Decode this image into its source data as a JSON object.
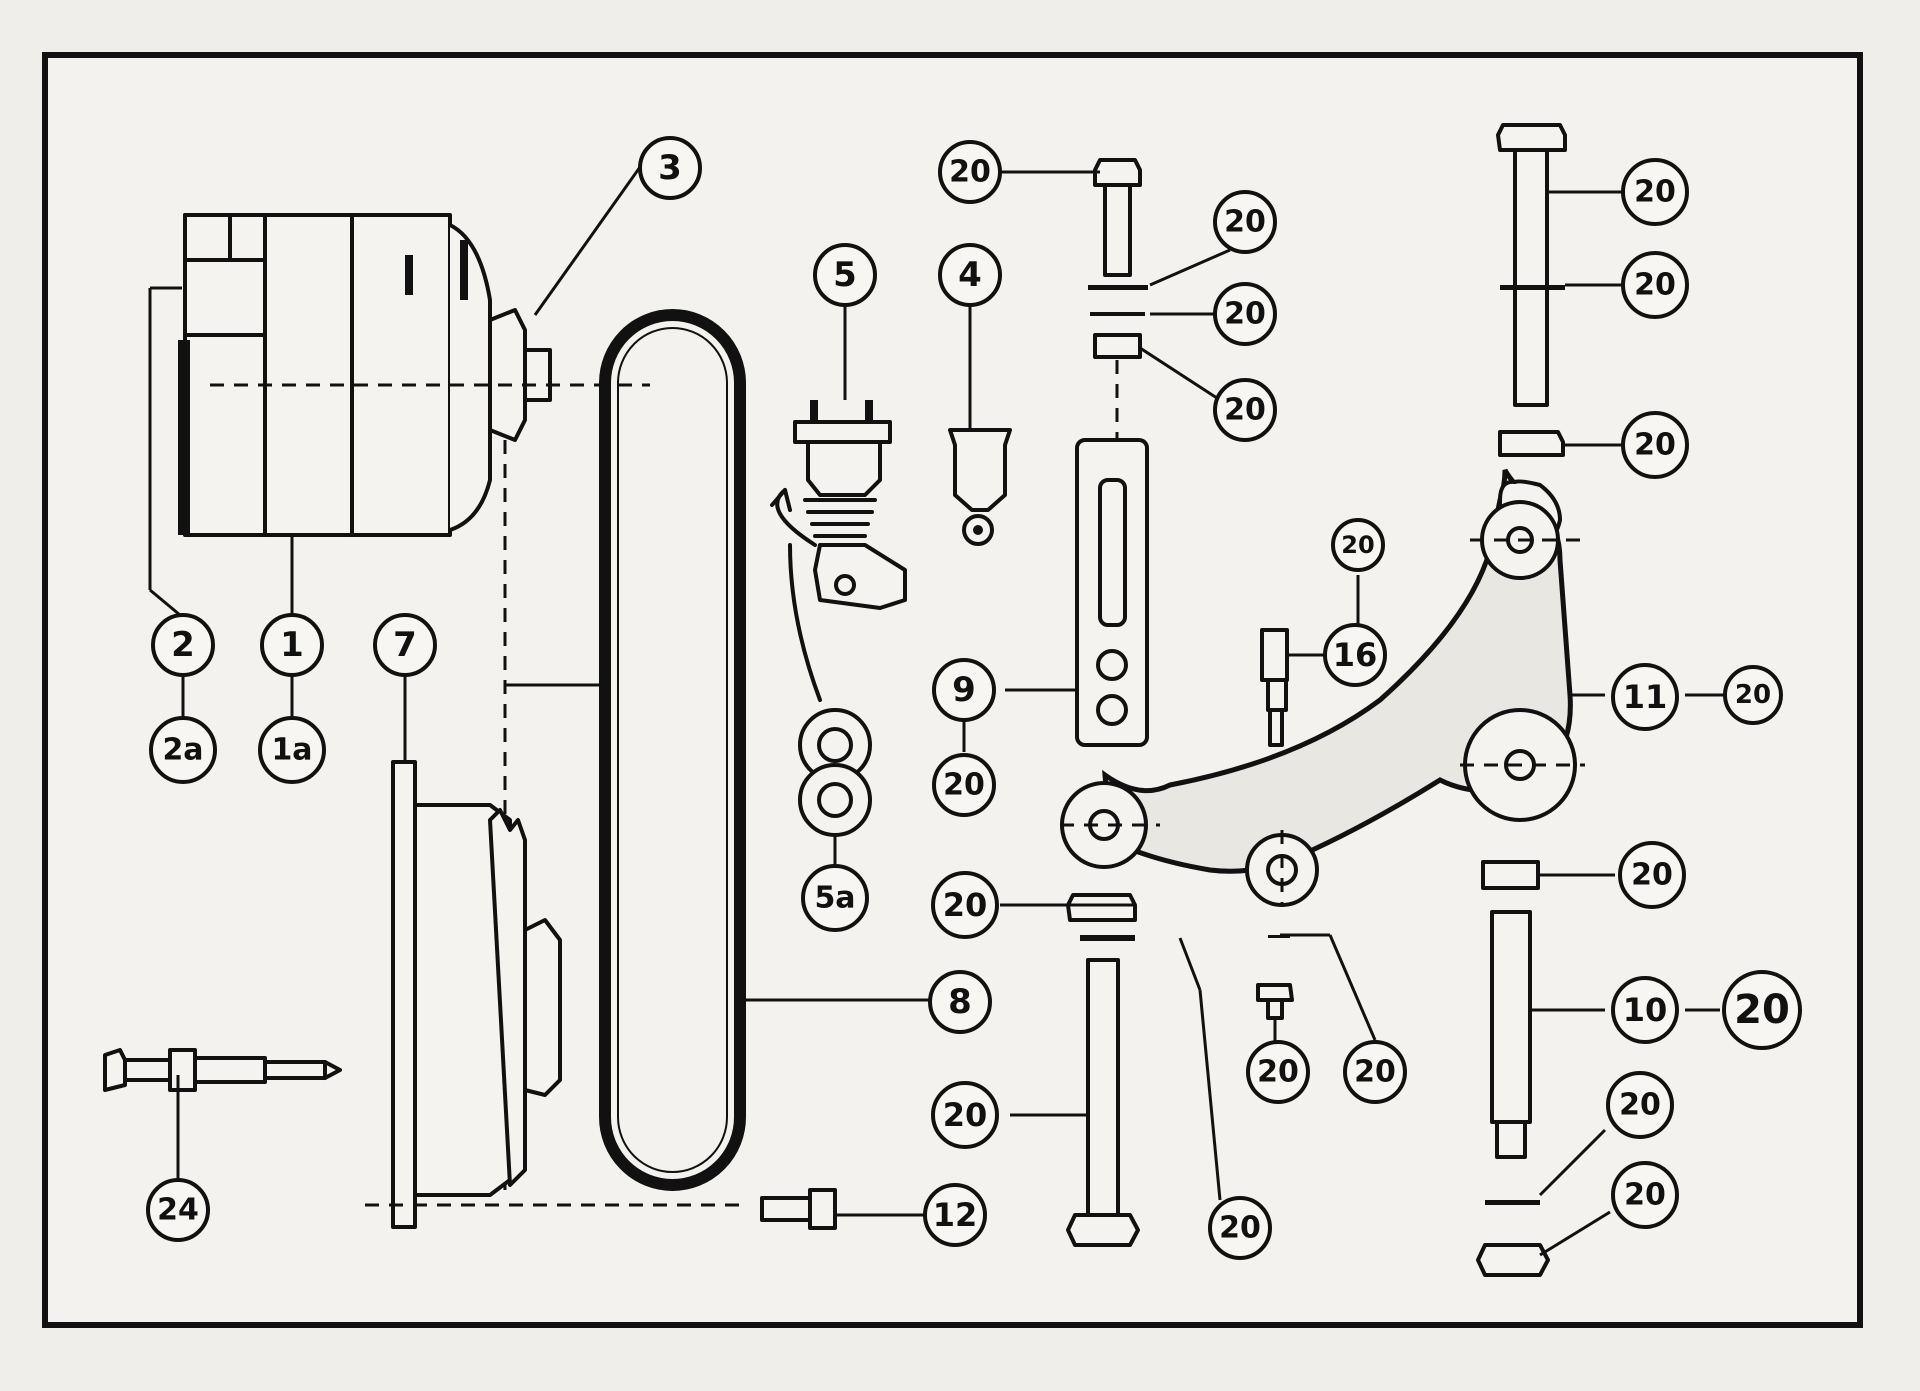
{
  "diagram": {
    "colors": {
      "ink": "#111111",
      "paper": "#efeeea"
    },
    "callouts": [
      {
        "id": "c-3",
        "label": "3"
      },
      {
        "id": "c-2",
        "label": "2"
      },
      {
        "id": "c-1",
        "label": "1"
      },
      {
        "id": "c-2a",
        "label": "2a"
      },
      {
        "id": "c-1a",
        "label": "1a"
      },
      {
        "id": "c-7",
        "label": "7"
      },
      {
        "id": "c-5",
        "label": "5"
      },
      {
        "id": "c-5a",
        "label": "5a"
      },
      {
        "id": "c-4",
        "label": "4"
      },
      {
        "id": "c-8",
        "label": "8"
      },
      {
        "id": "c-9",
        "label": "9"
      },
      {
        "id": "c-9-20",
        "label": "20"
      },
      {
        "id": "c-12",
        "label": "12"
      },
      {
        "id": "c-24",
        "label": "24"
      },
      {
        "id": "c-top-bolt",
        "label": "20"
      },
      {
        "id": "c-top-washer1",
        "label": "20"
      },
      {
        "id": "c-top-washer2",
        "label": "20"
      },
      {
        "id": "c-top-nut",
        "label": "20"
      },
      {
        "id": "c-mid-nut",
        "label": "20"
      },
      {
        "id": "c-long-bolt",
        "label": "20"
      },
      {
        "id": "c-long-washer",
        "label": "20"
      },
      {
        "id": "c-16-top",
        "label": "20"
      },
      {
        "id": "c-16",
        "label": "16"
      },
      {
        "id": "c-small-nut",
        "label": "20"
      },
      {
        "id": "c-small-washer",
        "label": "20"
      },
      {
        "id": "c-11",
        "label": "11"
      },
      {
        "id": "c-11-20",
        "label": "20"
      },
      {
        "id": "c-right-bolt",
        "label": "20"
      },
      {
        "id": "c-right-washer",
        "label": "20"
      },
      {
        "id": "c-right-nut",
        "label": "20"
      },
      {
        "id": "c-spacer",
        "label": "20"
      },
      {
        "id": "c-10",
        "label": "10"
      },
      {
        "id": "c-10-20",
        "label": "20"
      },
      {
        "id": "c-bottom-washer",
        "label": "20"
      },
      {
        "id": "c-bottom-nut",
        "label": "20"
      }
    ]
  }
}
